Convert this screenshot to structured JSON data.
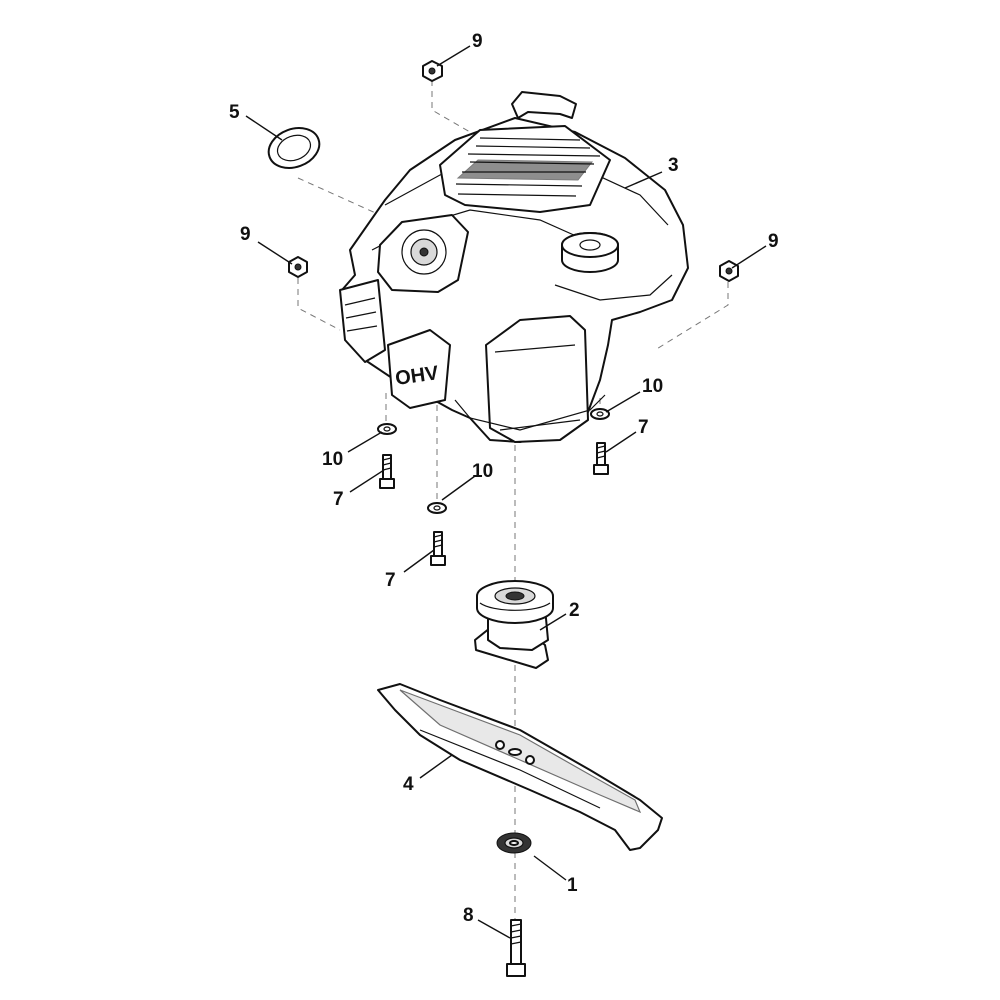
{
  "callouts": [
    {
      "id": "c-9-top",
      "label": "9"
    },
    {
      "id": "c-5",
      "label": "5"
    },
    {
      "id": "c-3",
      "label": "3"
    },
    {
      "id": "c-9-left",
      "label": "9"
    },
    {
      "id": "c-9-right",
      "label": "9"
    },
    {
      "id": "c-10-right",
      "label": "10"
    },
    {
      "id": "c-7-right",
      "label": "7"
    },
    {
      "id": "c-10-left",
      "label": "10"
    },
    {
      "id": "c-7-left",
      "label": "7"
    },
    {
      "id": "c-10-center",
      "label": "10"
    },
    {
      "id": "c-7-center",
      "label": "7"
    },
    {
      "id": "c-2",
      "label": "2"
    },
    {
      "id": "c-4",
      "label": "4"
    },
    {
      "id": "c-1",
      "label": "1"
    },
    {
      "id": "c-8",
      "label": "8"
    }
  ],
  "engine_marking": "OHV"
}
